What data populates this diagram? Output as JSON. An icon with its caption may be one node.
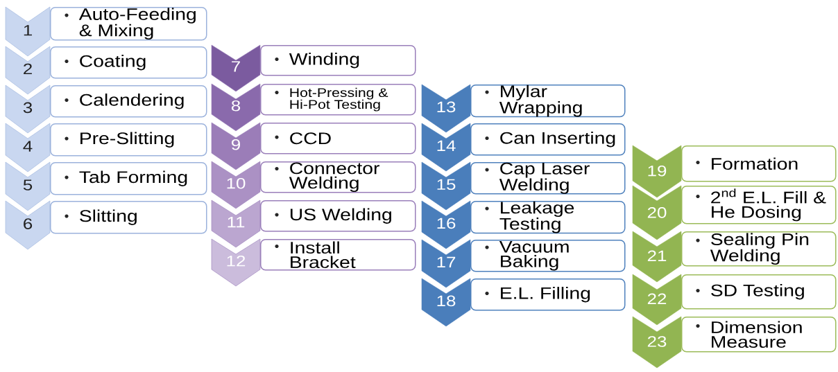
{
  "diagram": {
    "nodes": [
      {
        "text": [
          "1"
        ]
      },
      {
        "text": [
          "Auto-Feeding & Mixing"
        ]
      },
      {
        "text": [
          "2"
        ]
      },
      {
        "text": [
          "Coating"
        ]
      },
      {
        "text": [
          "3"
        ]
      },
      {
        "text": [
          "Calendering"
        ]
      },
      {
        "text": [
          "4"
        ]
      },
      {
        "text": [
          "Pre-Slitting"
        ]
      },
      {
        "text": [
          "5"
        ]
      },
      {
        "text": [
          "Tab Forming"
        ]
      },
      {
        "text": [
          "6"
        ]
      },
      {
        "text": [
          "Slitting"
        ]
      },
      {
        "text": [
          "7"
        ]
      },
      {
        "text": [
          "Winding"
        ]
      },
      {
        "text": [
          "8"
        ]
      },
      {
        "text": [
          "Hot-Pressing & Hi-Pot Testing"
        ]
      },
      {
        "text": [
          "9"
        ]
      },
      {
        "text": [
          "CCD"
        ]
      },
      {
        "text": [
          "10"
        ]
      },
      {
        "text": [
          "Connector Welding"
        ]
      },
      {
        "text": [
          "11"
        ]
      },
      {
        "text": [
          "US Welding"
        ]
      },
      {
        "text": [
          "12"
        ]
      },
      {
        "text": [
          "Install Bracket"
        ]
      },
      {
        "text": [
          "13"
        ]
      },
      {
        "text": [
          "Mylar Wrapping"
        ]
      },
      {
        "text": [
          "14"
        ]
      },
      {
        "text": [
          "Can Inserting"
        ]
      },
      {
        "text": [
          "15"
        ]
      },
      {
        "text": [
          "Cap Laser Welding"
        ]
      },
      {
        "text": [
          "16"
        ]
      },
      {
        "text": [
          "Leakage Testing"
        ]
      },
      {
        "text": [
          "17"
        ]
      },
      {
        "text": [
          "Vacuum Baking"
        ]
      },
      {
        "text": [
          "18"
        ]
      },
      {
        "text": [
          "E.L. Filling"
        ]
      },
      {
        "text": [
          "19"
        ]
      },
      {
        "text": [
          "Formation"
        ]
      },
      {
        "text": [
          "20"
        ]
      },
      {
        "text": [
          "2$^{nd}$ E.L. Fill & He Dosing"
        ]
      },
      {
        "text": [
          "21"
        ]
      },
      {
        "text": [
          "Sealing Pin Welding"
        ]
      },
      {
        "text": [
          "22"
        ]
      },
      {
        "text": [
          "SD Testing"
        ]
      },
      {
        "text": [
          "23"
        ]
      },
      {
        "text": [
          "Dimension Measure"
        ]
      }
    ]
  }
}
